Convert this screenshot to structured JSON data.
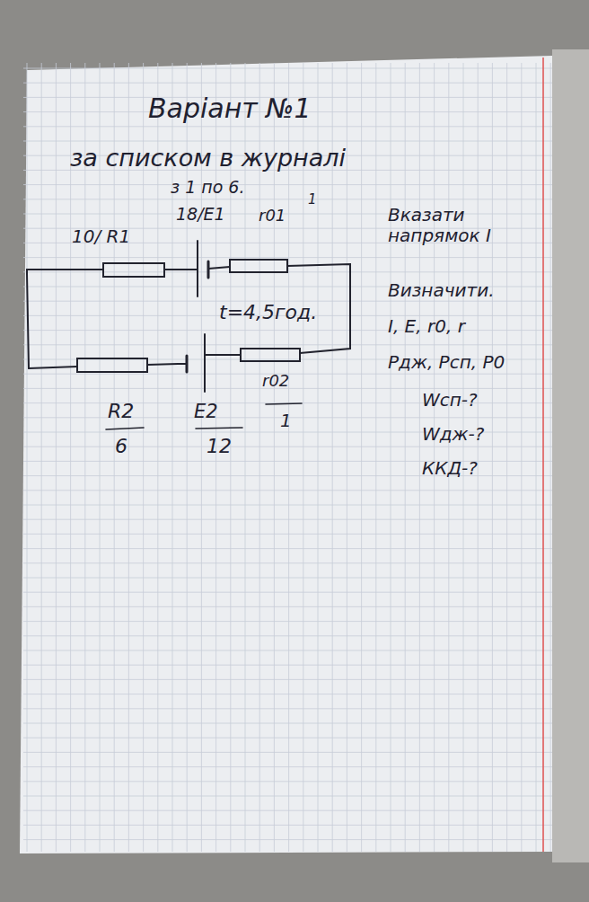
{
  "diagram": {
    "title": "Варіант №1",
    "labels": [
      "за списком в журналі",
      "з 1 по 6.",
      "10/ R1",
      "18/E1",
      "r01",
      "1",
      "t=4,5год.",
      "R2",
      "6",
      "E2",
      "12",
      "r02",
      "1",
      "Вказати напрямок I",
      "Визначити.",
      "I, E, r0, r",
      "Pдж, Pсп, P0",
      "Wсп-?",
      "Wдж-?",
      "ККД-?"
    ]
  }
}
